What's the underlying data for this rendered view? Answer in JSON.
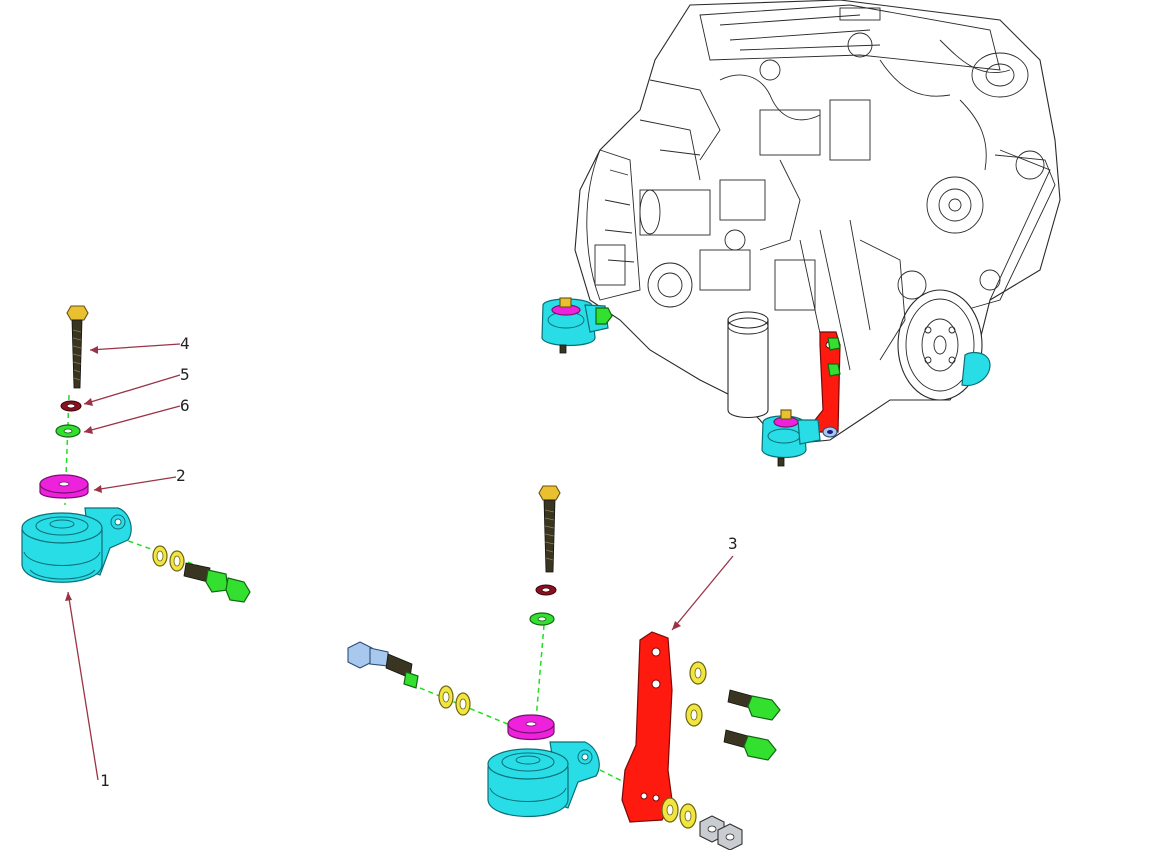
{
  "callouts": [
    {
      "id": "1",
      "label": "1"
    },
    {
      "id": "2",
      "label": "2"
    },
    {
      "id": "3",
      "label": "3"
    },
    {
      "id": "4",
      "label": "4"
    },
    {
      "id": "5",
      "label": "5"
    },
    {
      "id": "6",
      "label": "6"
    }
  ],
  "colors": {
    "mount_body": "#29dde6",
    "spacer": "#ee22dd",
    "bracket": "#ff1a10",
    "nut_bolt": "#33e030",
    "washer": "#f1e640",
    "leader": "#9a3346",
    "axis_dash": "#22dd22"
  }
}
